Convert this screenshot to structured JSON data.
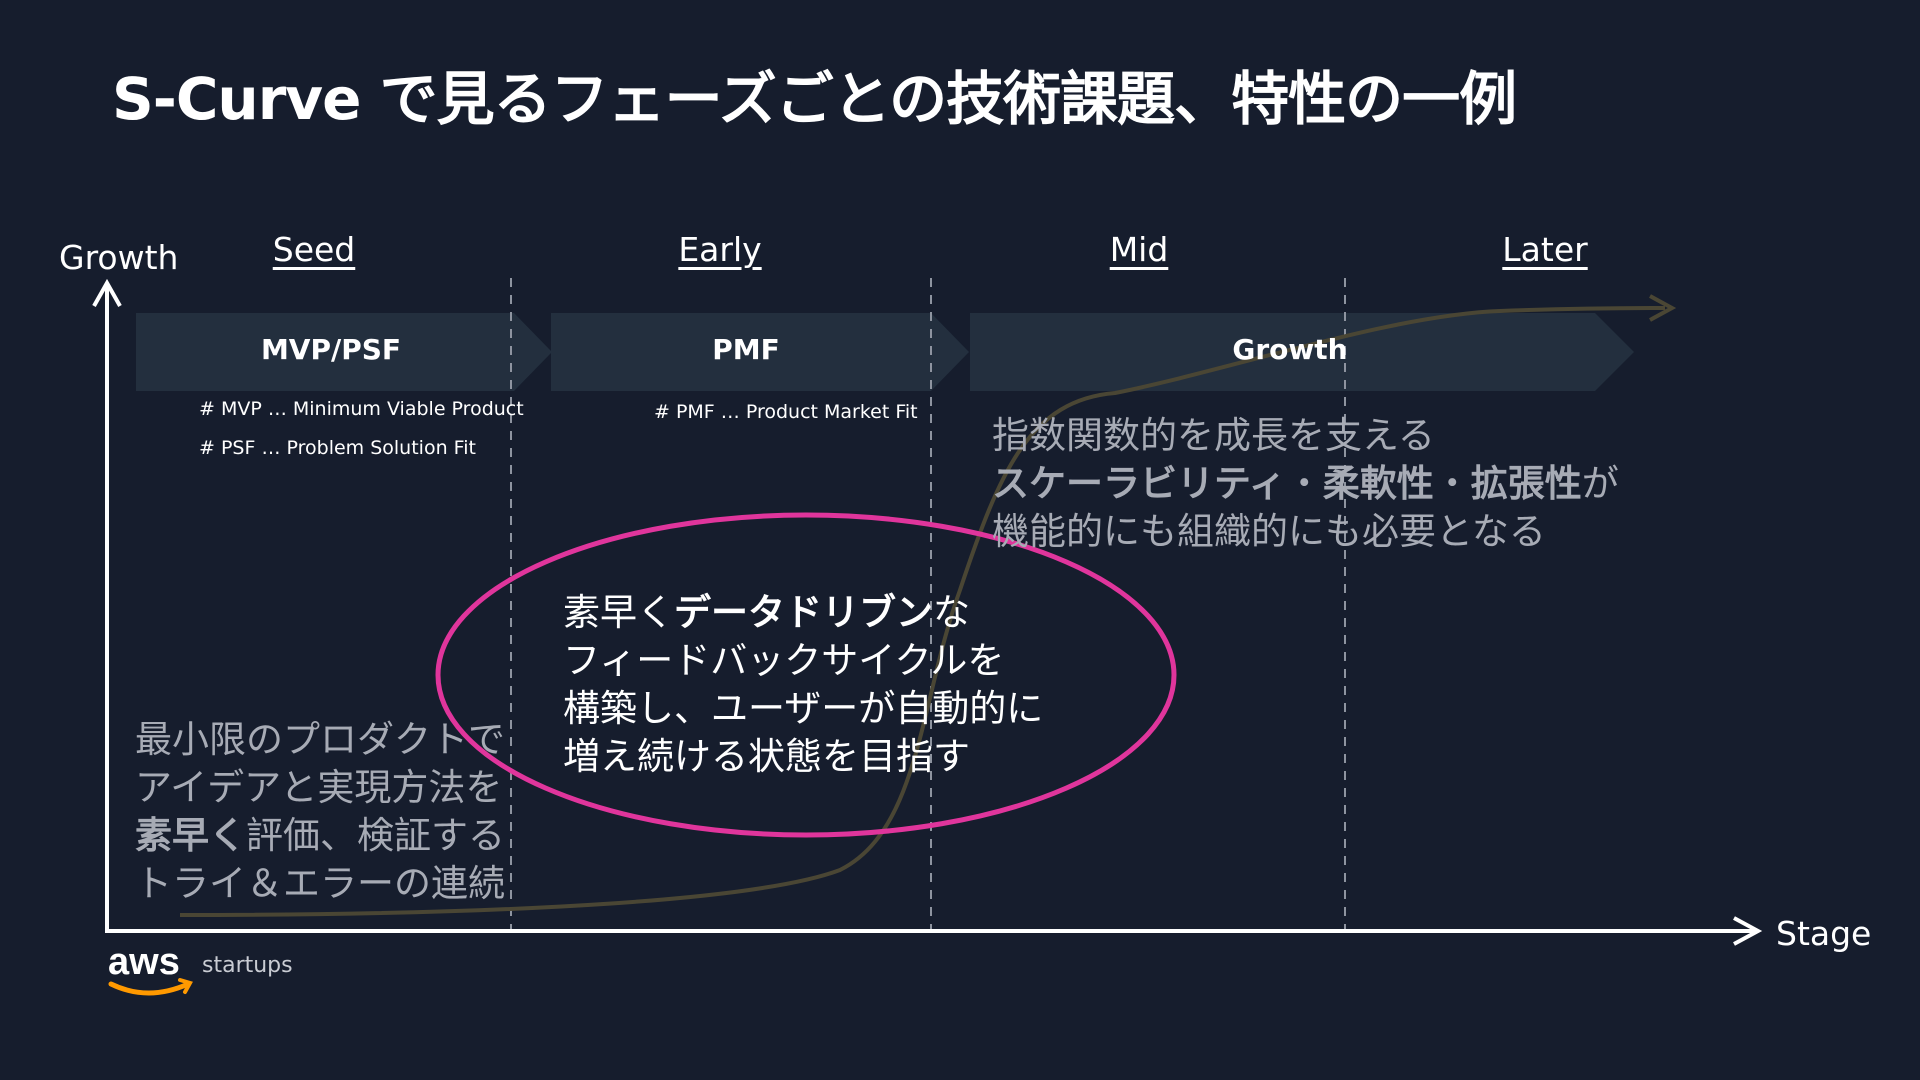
{
  "title": "S-Curve で見るフェーズごとの技術課題、特性の一例",
  "axes": {
    "y_label": "Growth",
    "x_label": "Stage"
  },
  "stages": [
    "Seed",
    "Early",
    "Mid",
    "Later"
  ],
  "phases": [
    {
      "label": "MVP/PSF",
      "notes": [
        "# MVP … Minimum Viable Product",
        "# PSF … Problem Solution Fit"
      ]
    },
    {
      "label": "PMF",
      "notes": [
        "# PMF … Product Market Fit"
      ]
    },
    {
      "label": "Growth",
      "notes": []
    }
  ],
  "seed_text": {
    "line1": "最小限のプロダクトで",
    "line2": "アイデアと実現方法を",
    "line3_bold": "素早く",
    "line3_rest": "評価、検証する",
    "line4": "トライ＆エラーの連続"
  },
  "early_text": {
    "line1_pre": "素早く",
    "line1_bold": "データドリブン",
    "line1_post": "な",
    "line2": "フィードバックサイクルを",
    "line3": "構築し、ユーザーが自動的に",
    "line4": "増え続ける状態を目指す"
  },
  "mid_text": {
    "line1": "指数関数的を成長を支える",
    "line2_bold1": "スケーラビリティ",
    "line2_sep1": "・",
    "line2_bold2": "柔軟性",
    "line2_sep2": "・",
    "line2_bold3": "拡張性",
    "line2_post": "が",
    "line3": "機能的にも組織的にも必要となる"
  },
  "logo": {
    "brand": "aws",
    "sub": "startups"
  },
  "colors": {
    "background": "#161d2d",
    "chevron": "#232f3e",
    "curve": "#4a4634",
    "highlight_ellipse": "#e0359c",
    "logo_smile": "#ff9900"
  }
}
